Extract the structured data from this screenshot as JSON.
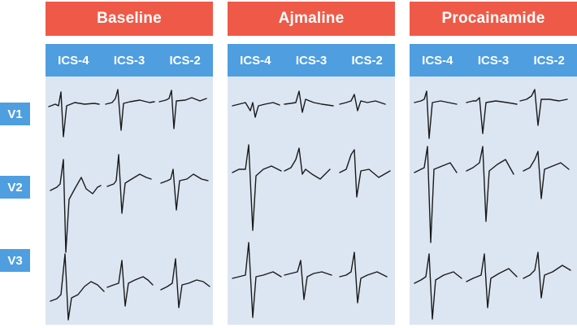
{
  "panels": [
    {
      "title": "Baseline",
      "columns": [
        "ICS-4",
        "ICS-3",
        "ICS-2"
      ]
    },
    {
      "title": "Ajmaline",
      "columns": [
        "ICS-4",
        "ICS-3",
        "ICS-2"
      ]
    },
    {
      "title": "Procainamide",
      "columns": [
        "ICS-4",
        "ICS-3",
        "ICS-2"
      ]
    }
  ],
  "leads": [
    "V1",
    "V2",
    "V3"
  ]
}
